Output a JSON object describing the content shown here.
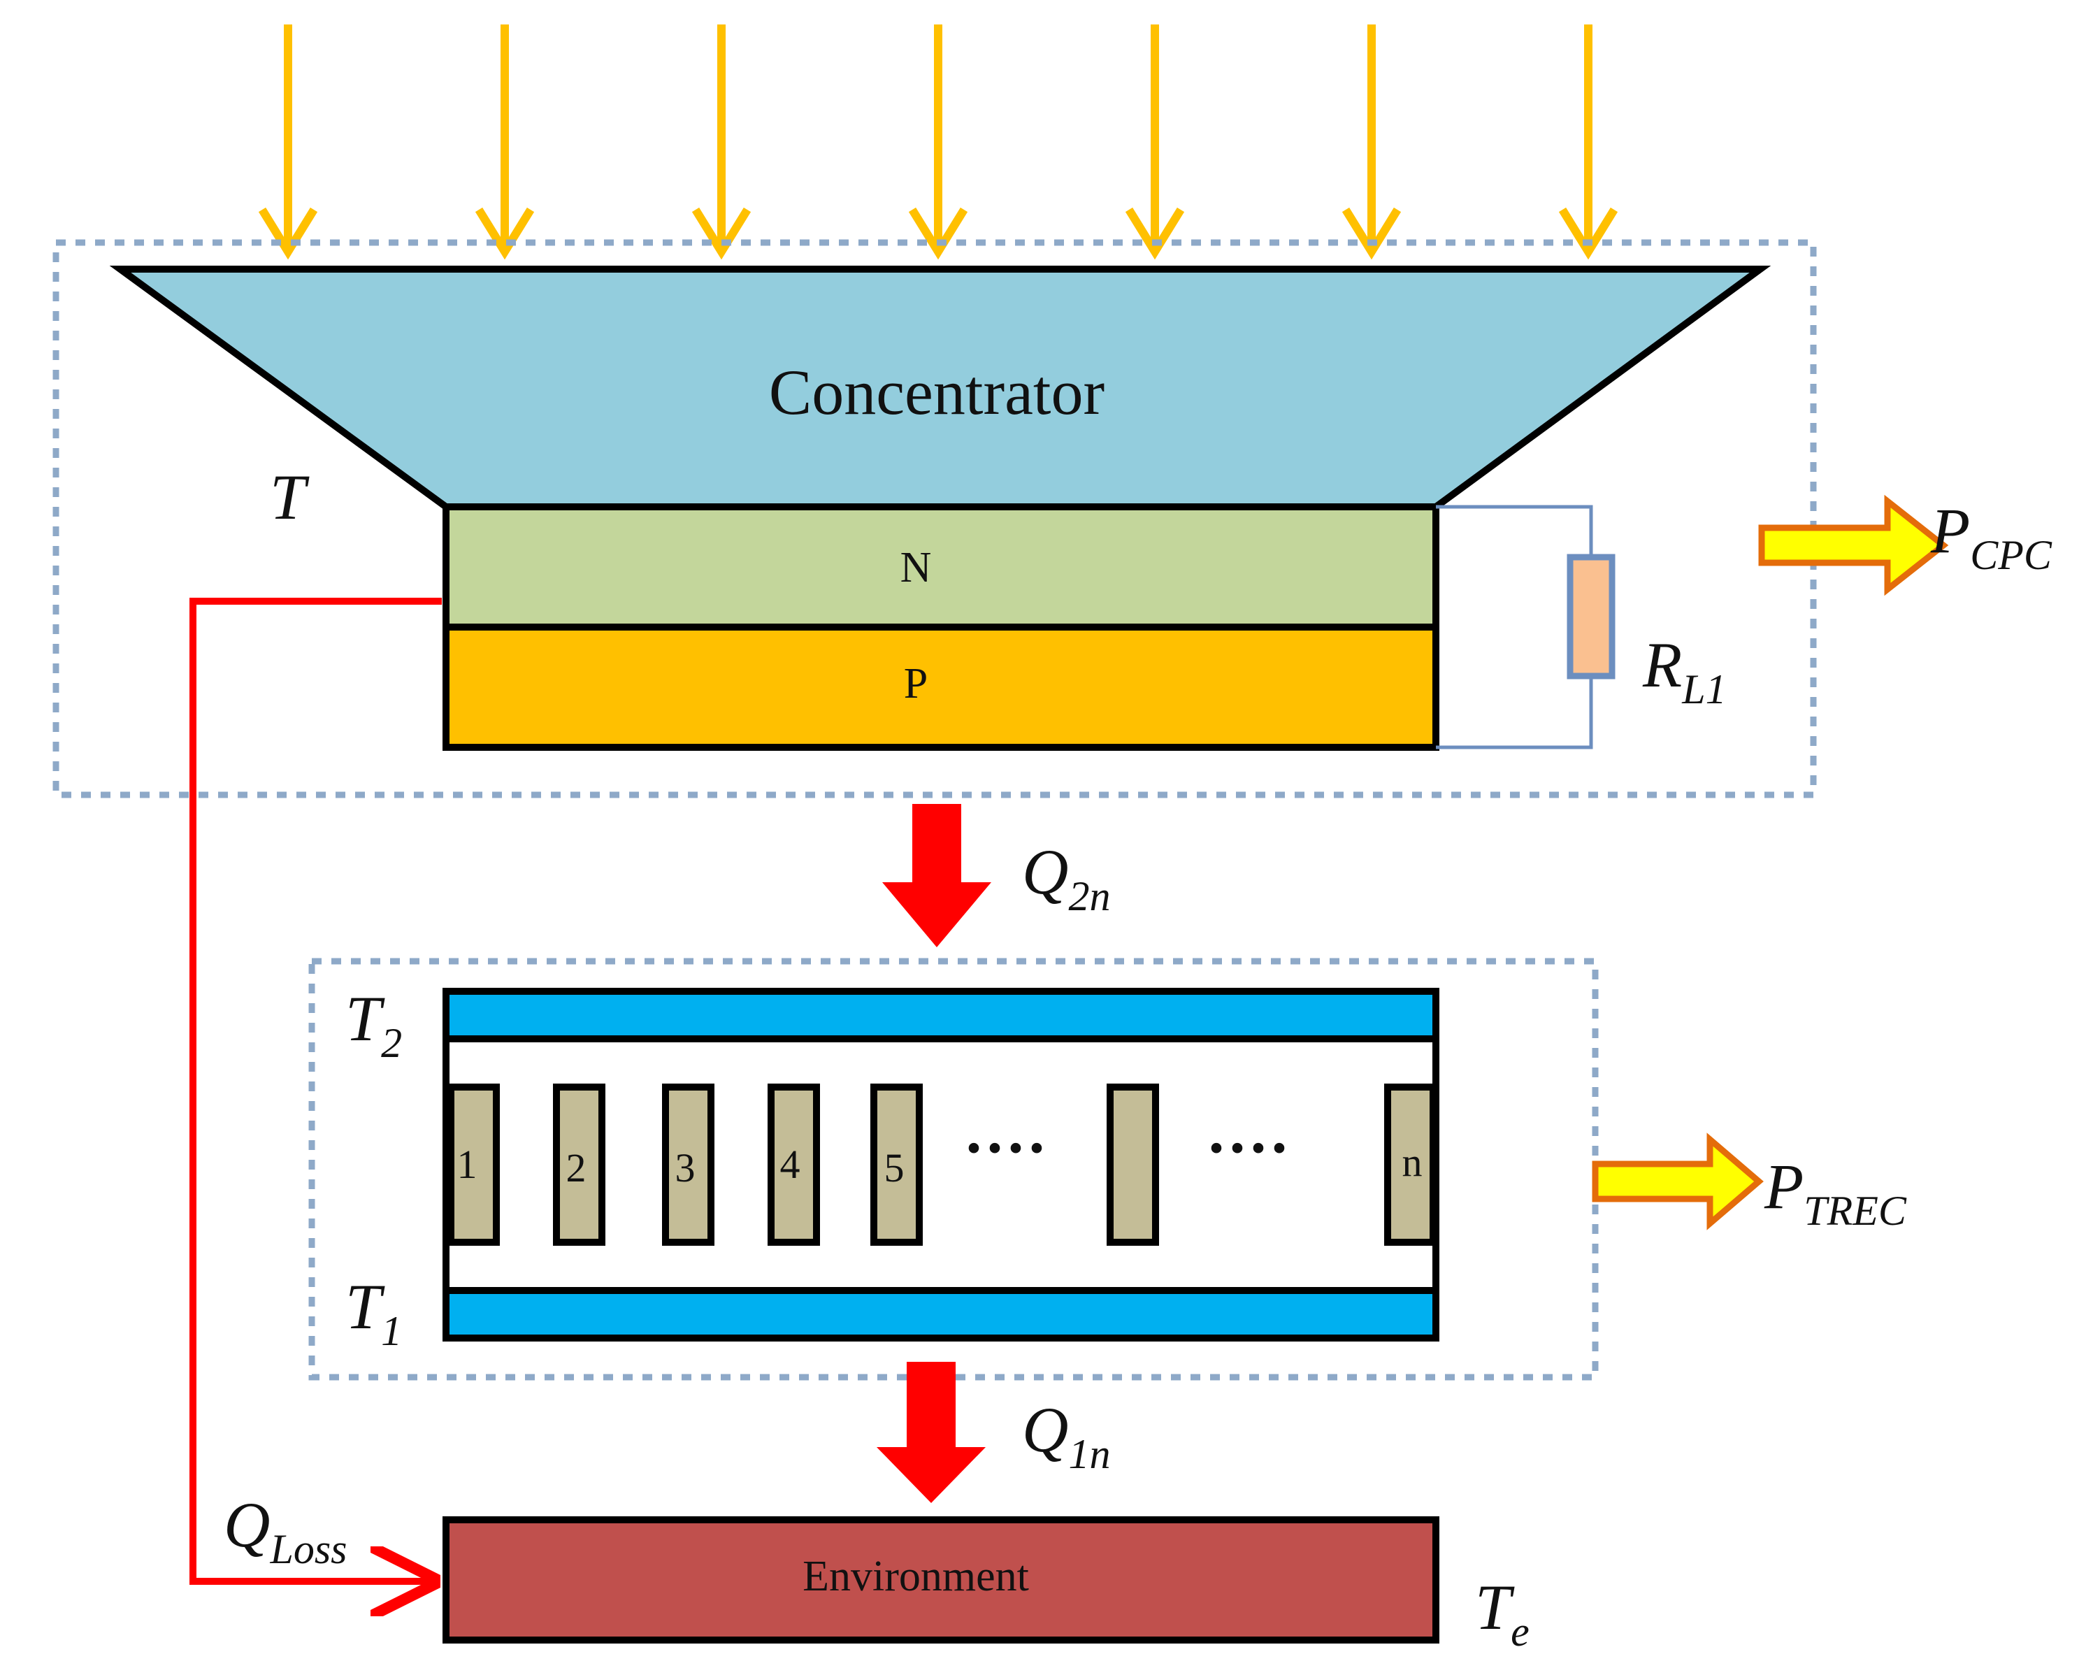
{
  "concentrator": {
    "label": "Concentrator",
    "fill": "#93CDDD"
  },
  "pv_cell": {
    "n_label": "N",
    "p_label": "P",
    "n_fill": "#C3D69B",
    "p_fill": "#FFC000"
  },
  "labels": {
    "T": "T",
    "R_main": "R",
    "R_sub": "L1",
    "P_cpc_main": "P",
    "P_cpc_sub": "CPC",
    "Q2n_main": "Q",
    "Q2n_sub": "2n",
    "T2_main": "T",
    "T2_sub": "2",
    "T1_main": "T",
    "T1_sub": "1",
    "P_trec_main": "P",
    "P_trec_sub": "TREC",
    "Q1n_main": "Q",
    "Q1n_sub": "1n",
    "Qloss_main": "Q",
    "Qloss_sub": "Loss",
    "Te_main": "T",
    "Te_sub": "e"
  },
  "trec": {
    "elements": [
      "1",
      "2",
      "3",
      "4",
      "5",
      "",
      "n"
    ],
    "ellipsis": "····",
    "plate_fill": "#00B0F0",
    "element_fill": "#C4BD97"
  },
  "environment": {
    "label": "Environment",
    "fill": "#C0504D"
  },
  "colors": {
    "sun_rays": "#FFC000",
    "heat_flow": "#FF0000",
    "power_arrow_fill": "#FFFF00",
    "power_arrow_stroke": "#E46C0A",
    "dashed_box": "#8EA9C8",
    "resistor_fill": "#FAC090",
    "resistor_stroke": "#6C8EBF",
    "wire": "#6C8EBF"
  }
}
